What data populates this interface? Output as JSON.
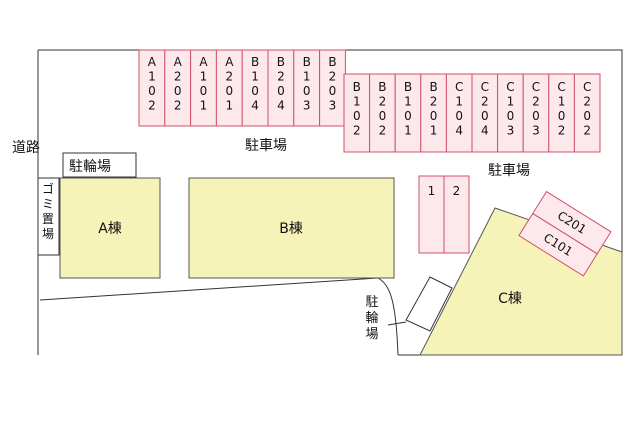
{
  "labels": {
    "road": "道路",
    "bike_top": "駐輪場",
    "garbage": "ゴミ置場",
    "building_a": "A棟",
    "building_b": "B棟",
    "building_c": "C棟",
    "parking_top": "駐車場",
    "parking_right": "駐車場",
    "bike_bottom": "駐輪場"
  },
  "spaces_row1": [
    "A102",
    "A202",
    "A101",
    "A201",
    "B104",
    "B204",
    "B103",
    "B203"
  ],
  "spaces_row2": [
    "B102",
    "B202",
    "B101",
    "B201",
    "C104",
    "C204",
    "C103",
    "C203",
    "C102",
    "C202"
  ],
  "spaces_small": [
    "1",
    "2"
  ],
  "spaces_diag": [
    "C201",
    "C101"
  ],
  "colors": {
    "parking_fill": "#fde9ec",
    "parking_stroke": "#d0506a",
    "building_fill": "#f6f3b8"
  }
}
